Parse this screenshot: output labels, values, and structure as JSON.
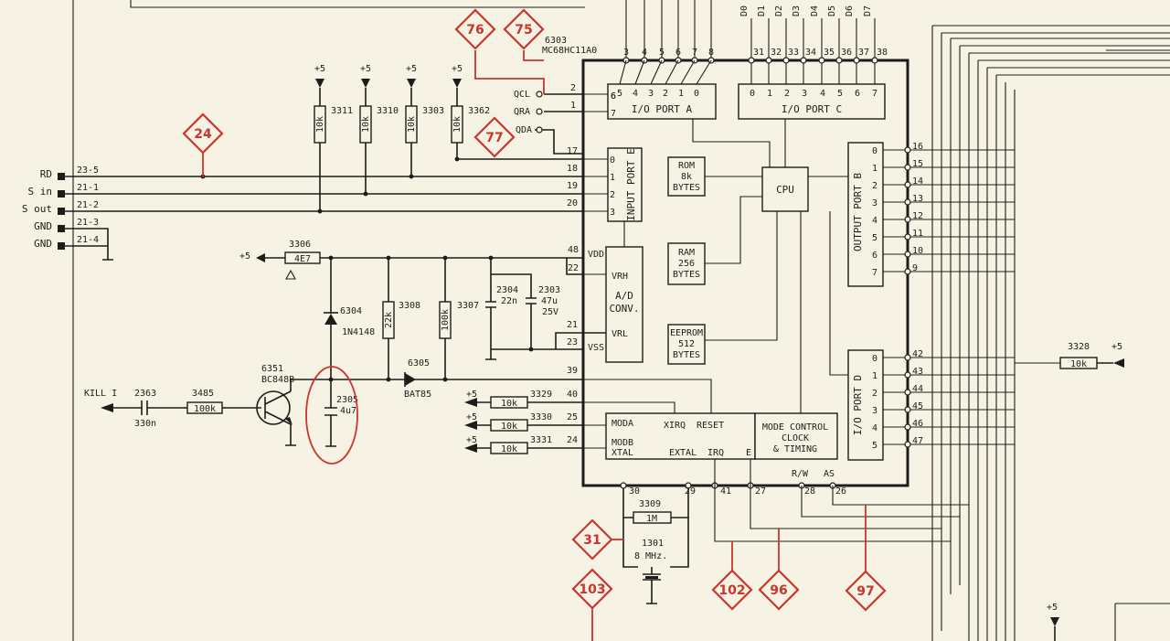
{
  "chip": {
    "ref": "6303",
    "part": "MC68HC11A0",
    "port_a_title": "I/O PORT A",
    "port_c_title": "I/O PORT C",
    "port_e_title": "INPUT PORT E",
    "port_b_title": "OUTPUT PORT B",
    "port_d_title": "I/O PORT D",
    "adc_lines": [
      "A/D",
      "CONV."
    ],
    "cpu": "CPU",
    "rom": [
      "ROM",
      "8k",
      "BYTES"
    ],
    "ram": [
      "RAM",
      "256",
      "BYTES"
    ],
    "eeprom": [
      "EEPROM",
      "512",
      "BYTES"
    ],
    "mode_lines": [
      "MODE CONTROL",
      "CLOCK",
      "& TIMING"
    ],
    "signals": {
      "vdd": "VDD",
      "vrh": "VRH",
      "vrl": "VRL",
      "vss": "VSS",
      "moda": "MODA",
      "modb": "MODB",
      "xtal": "XTAL",
      "xirq": "XIRQ",
      "reset": "RESET",
      "extal": "EXTAL",
      "irq": "IRQ",
      "e": "E",
      "rw": "R/W",
      "as": "AS"
    },
    "port_a_pin_numbers": [
      "3",
      "4",
      "5",
      "6",
      "7",
      "8"
    ],
    "port_a_bits": [
      "6",
      "5",
      "4",
      "3",
      "2",
      "1",
      "0"
    ],
    "port_a_left_bits": [
      "6",
      "7"
    ],
    "port_c_pin_numbers": [
      "31",
      "32",
      "33",
      "34",
      "35",
      "36",
      "37",
      "38"
    ],
    "port_c_bits": [
      "0",
      "1",
      "2",
      "3",
      "4",
      "5",
      "6",
      "7"
    ],
    "data_bus_labels": [
      "D0",
      "D1",
      "D2",
      "D3",
      "D4",
      "D5",
      "D6",
      "D7"
    ],
    "port_e_pin_numbers": [
      "18",
      "19",
      "20",
      "17"
    ],
    "port_e_bits": [
      "0",
      "1",
      "2",
      "3"
    ],
    "port_b_pin_numbers": [
      "16",
      "15",
      "14",
      "13",
      "12",
      "11",
      "10",
      "9"
    ],
    "port_b_bits": [
      "0",
      "1",
      "2",
      "3",
      "4",
      "5",
      "6",
      "7"
    ],
    "port_d_pin_numbers": [
      "42",
      "43",
      "44",
      "45",
      "46",
      "47"
    ],
    "port_d_bits": [
      "0",
      "1",
      "2",
      "3",
      "4",
      "5"
    ],
    "left_pin_numbers": {
      "qcl": "2",
      "qra": "1",
      "vdd": "48",
      "vrh": "22",
      "vrl": "21",
      "vss": "23",
      "reset": "39",
      "moda": "40",
      "modb": "25",
      "xtal": "24"
    },
    "bottom_pin_numbers": [
      "30",
      "29",
      "41",
      "27",
      "28",
      "26"
    ]
  },
  "connector": {
    "labels": [
      "RD",
      "S in",
      "S out",
      "GND",
      "GND"
    ],
    "pins": [
      "23-5",
      "21-1",
      "21-2",
      "21-3",
      "21-4"
    ]
  },
  "nets": {
    "qcl": "QCL",
    "qra": "QRA",
    "qda": "QDA",
    "kill": "KILL I"
  },
  "pullups": [
    {
      "ref": "3311",
      "value": "10k"
    },
    {
      "ref": "3310",
      "value": "10k"
    },
    {
      "ref": "3303",
      "value": "10k"
    },
    {
      "ref": "3362",
      "value": "10k"
    }
  ],
  "supply": "+5",
  "components": {
    "r3306": {
      "ref": "3306",
      "value": "4E7"
    },
    "d6304": {
      "ref": "6304",
      "value": "1N4148"
    },
    "r3308": {
      "ref": "3308",
      "value": "22k"
    },
    "r3307": {
      "ref": "3307",
      "value": "100k"
    },
    "c2304": {
      "ref": "2304",
      "value": "22n"
    },
    "c2303": {
      "ref": "2303",
      "value": "47u",
      "voltage": "25V"
    },
    "q6351": {
      "ref": "6351",
      "value": "BC848B"
    },
    "c2363": {
      "ref": "2363",
      "value": "330n"
    },
    "r3485": {
      "ref": "3485",
      "value": "100k"
    },
    "c2305": {
      "ref": "2305",
      "value": "4u7"
    },
    "d6305": {
      "ref": "6305",
      "value": "BAT85"
    },
    "r3329": {
      "ref": "3329",
      "value": "10k"
    },
    "r3330": {
      "ref": "3330",
      "value": "10k"
    },
    "r3331": {
      "ref": "3331",
      "value": "10k"
    },
    "r3328": {
      "ref": "3328",
      "value": "10k"
    },
    "r3309": {
      "ref": "3309",
      "value": "1M"
    },
    "x1301": {
      "ref": "1301",
      "value": "8 MHz."
    }
  },
  "markers": [
    "76",
    "75",
    "24",
    "77",
    "31",
    "103",
    "102",
    "96",
    "97"
  ],
  "colors": {
    "paper": "#f7f3e4",
    "ink": "#1e1c1a",
    "annotation": "#c8362e"
  }
}
